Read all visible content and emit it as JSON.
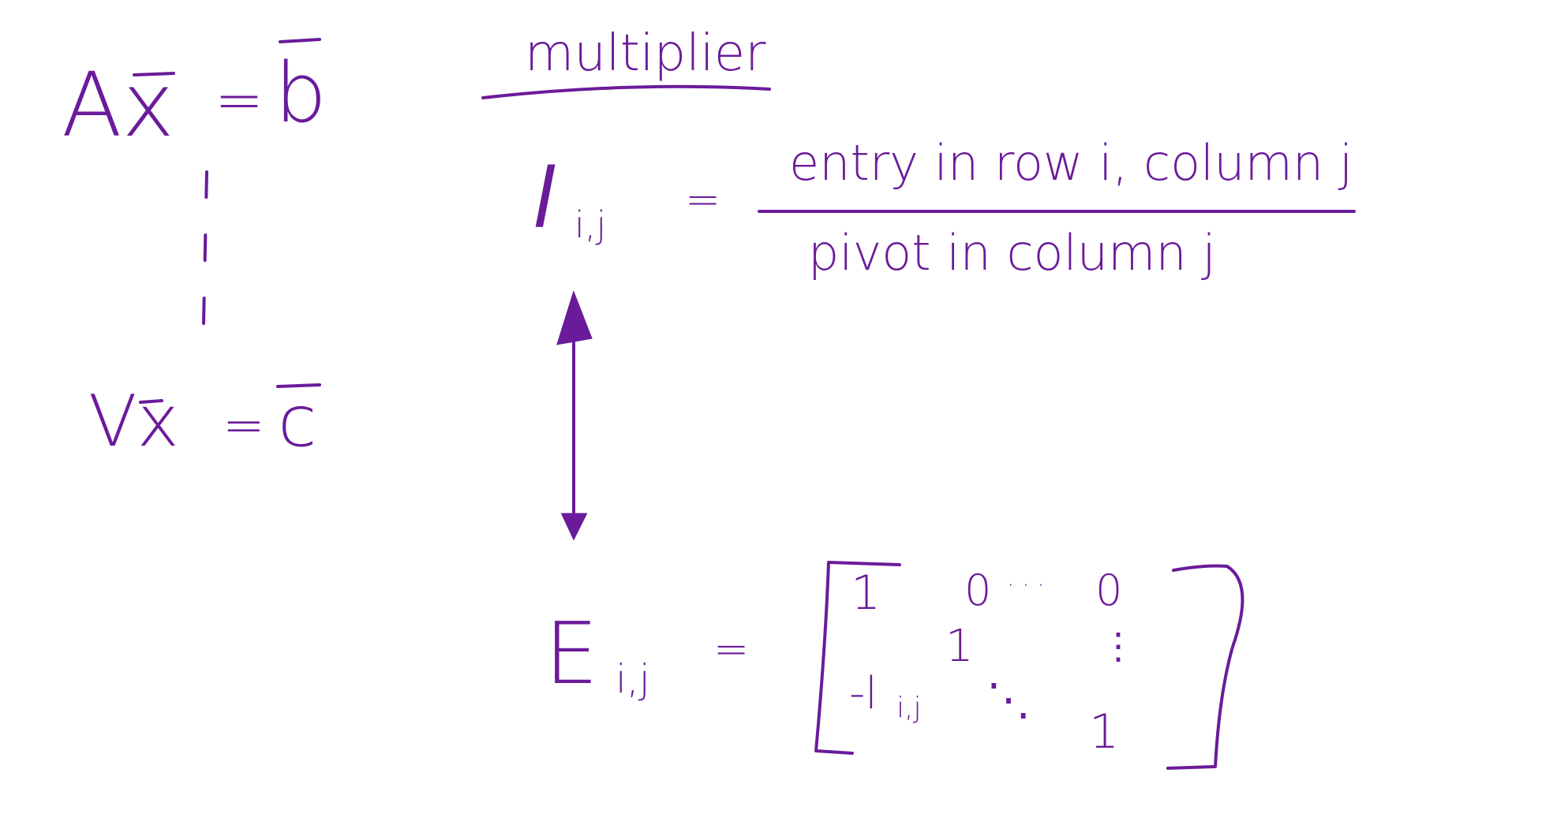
{
  "ink_color": "#6a1b9a",
  "left_equations": {
    "top_lhs": "Ax",
    "top_rhs": "b",
    "bottom_lhs": "Vx",
    "bottom_rhs": "c",
    "equals": "="
  },
  "multiplier": {
    "heading": "multiplier",
    "symbol": "l",
    "subscript": "i,j",
    "equals": "=",
    "numerator": "entry in row i, column j",
    "denominator": "pivot in column j"
  },
  "elimination_matrix": {
    "symbol": "E",
    "subscript": "i,j",
    "equals": "=",
    "entries": {
      "r1c1": "1",
      "r1c2": "0",
      "r1_dots": "· · ·",
      "r1c3": "0",
      "r2c2": "1",
      "r2_vdots": "⋮",
      "r3c1": "-l",
      "r3c1_sub": "i,j",
      "r3_ddots": "⋱",
      "r4c3": "1"
    }
  }
}
